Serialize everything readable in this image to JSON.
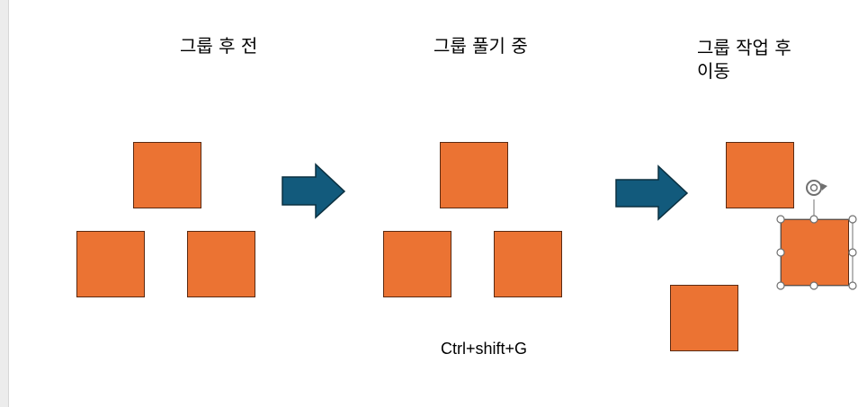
{
  "labels": {
    "before_group": "그룹 후 전",
    "ungrouping": "그룹 풀기 중",
    "after_line1": "그룹 작업 후",
    "after_line2": "이동"
  },
  "shortcut": "Ctrl+shift+G",
  "colors": {
    "square_fill": "#eb7333",
    "square_border": "#5a2a12",
    "arrow_fill": "#125a7c",
    "arrow_border": "#0b3040",
    "handle_stroke": "#707070"
  },
  "icons": {
    "rotate_handle": "rotate-icon"
  }
}
